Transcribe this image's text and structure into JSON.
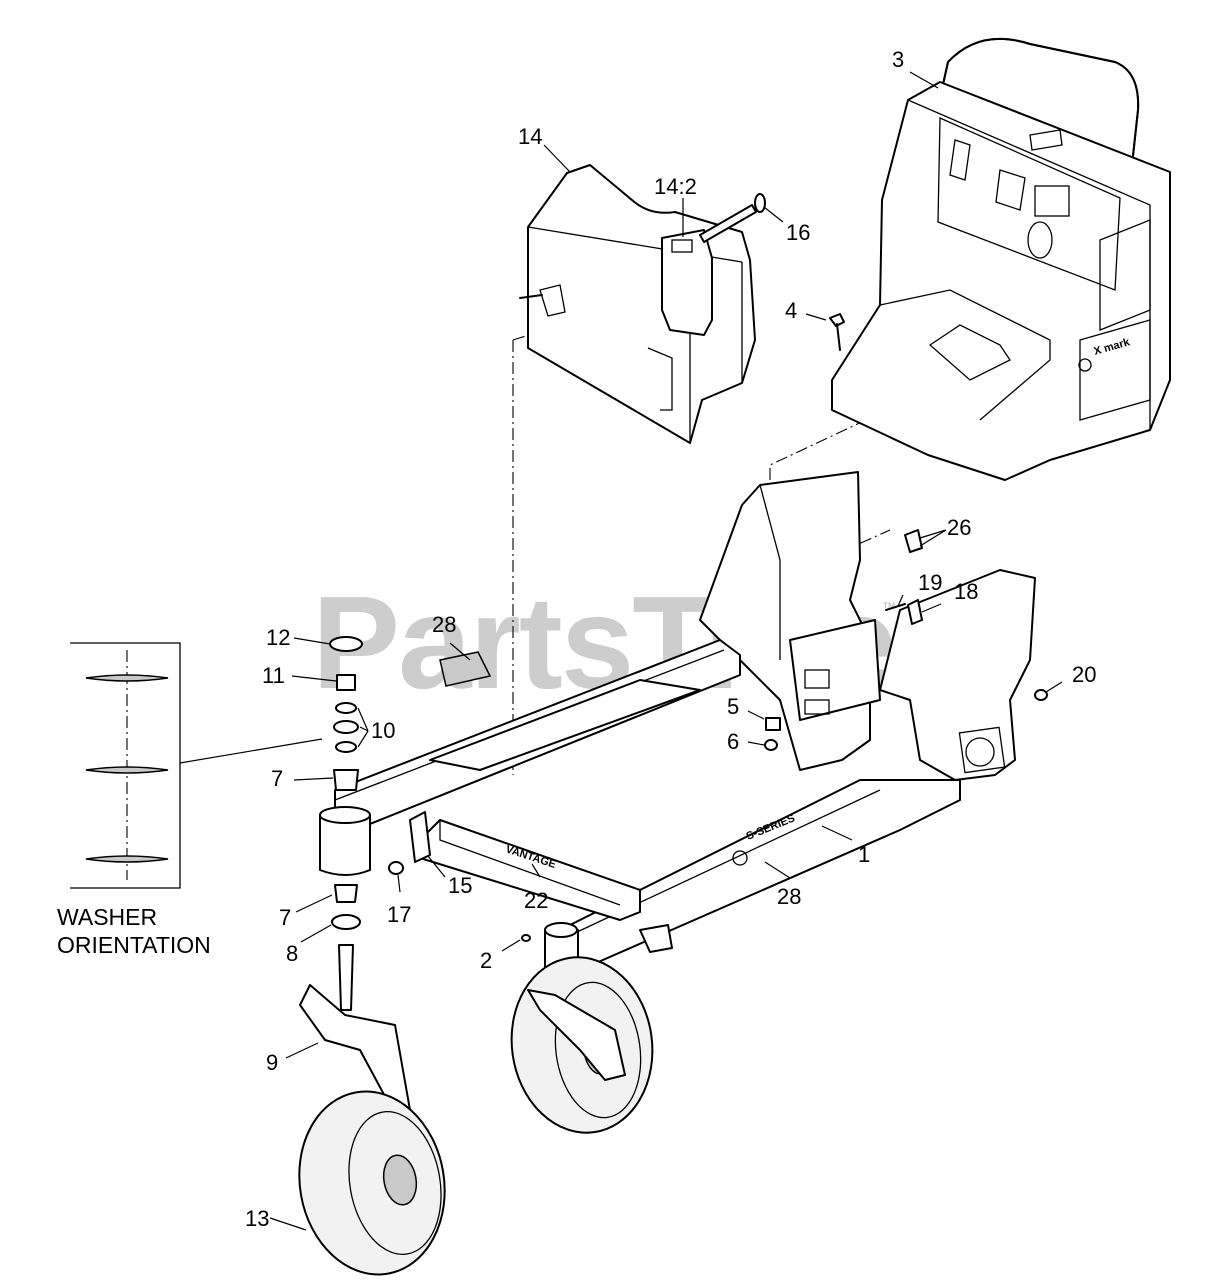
{
  "watermark": {
    "text": "PartsTree",
    "trademark": "™"
  },
  "inset_caption": {
    "line1": "WASHER",
    "line2": "ORIENTATION"
  },
  "decals": {
    "brand_side": "X mark",
    "frame_left": "VANTAGE",
    "frame_right": "S-SERIES"
  },
  "callouts": [
    "1",
    "2",
    "3",
    "4",
    "5",
    "6",
    "7",
    "7",
    "8",
    "9",
    "10",
    "11",
    "12",
    "13",
    "14",
    "14:2",
    "15",
    "16",
    "17",
    "18",
    "19",
    "20",
    "22",
    "26",
    "28",
    "28"
  ],
  "colors": {
    "line": "#000000",
    "background": "#ffffff",
    "watermark": "#8a8a8a",
    "shade": "#c9c9c9"
  }
}
